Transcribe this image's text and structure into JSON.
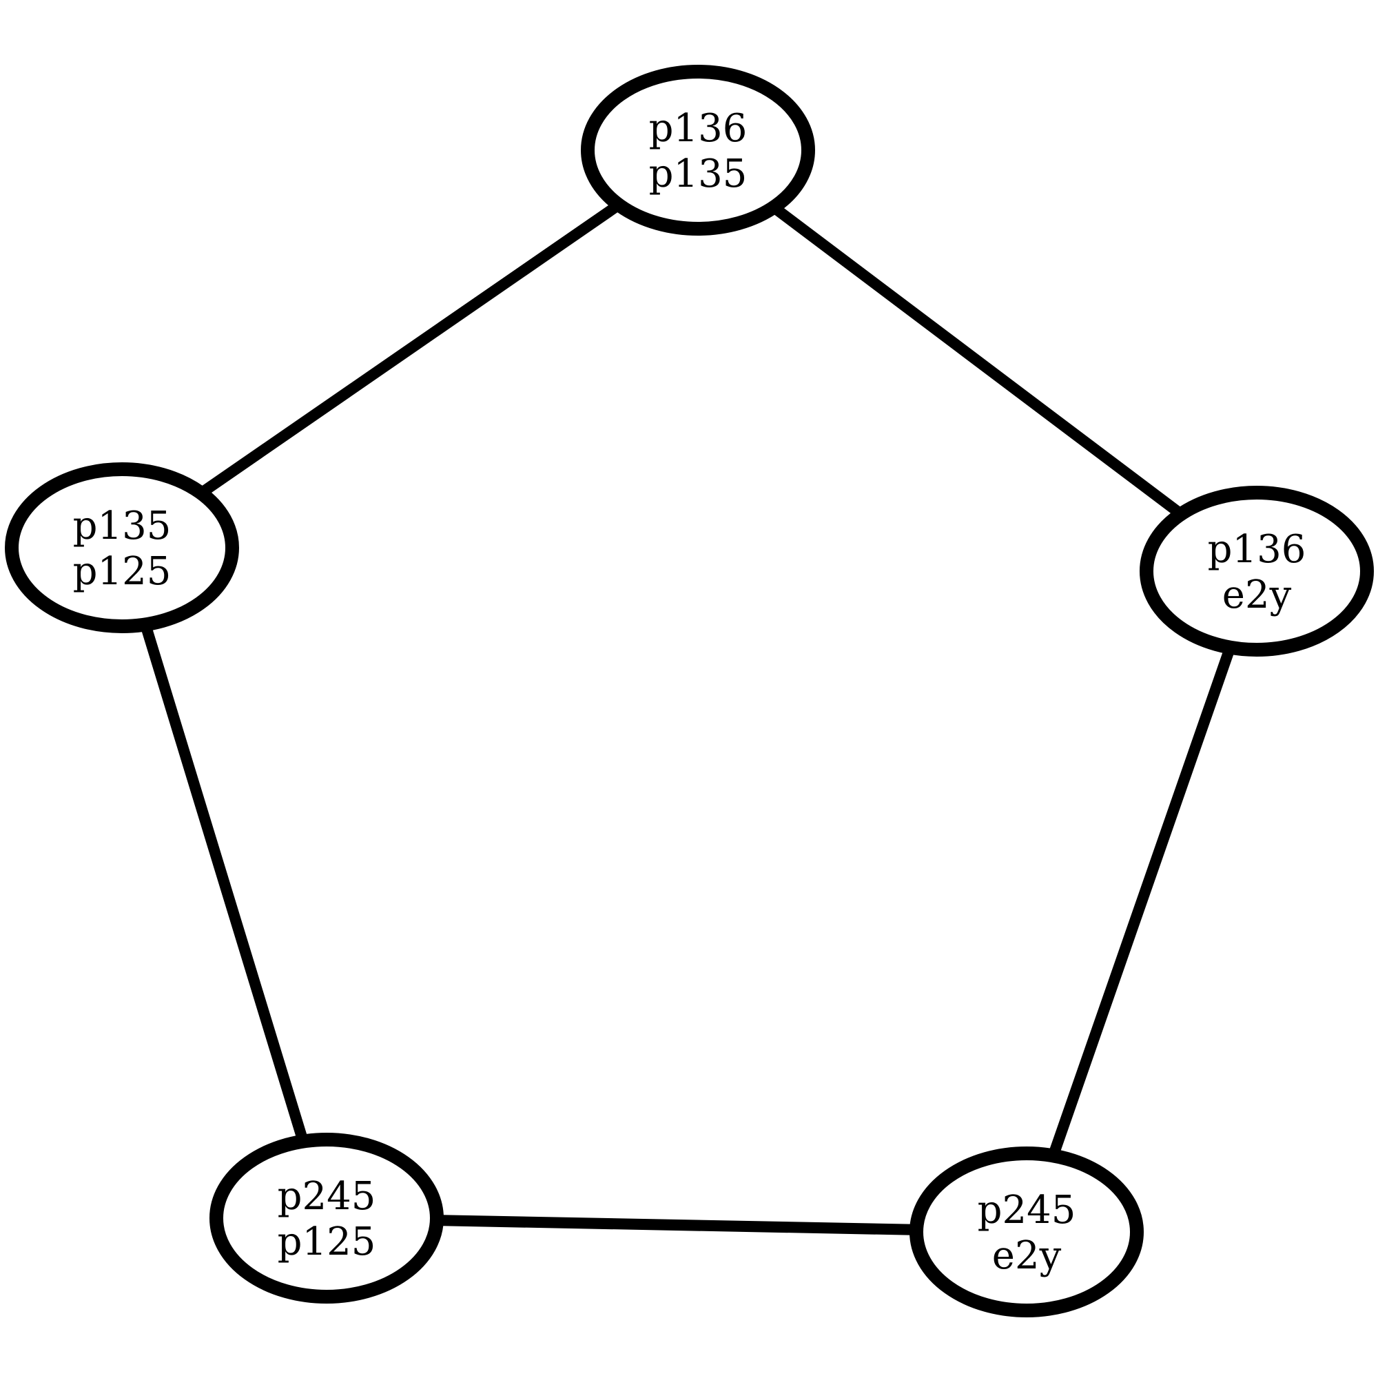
{
  "graph": {
    "nodes": [
      {
        "id": "top",
        "lines": [
          "p136",
          "p135"
        ]
      },
      {
        "id": "left",
        "lines": [
          "p135",
          "p125"
        ]
      },
      {
        "id": "right",
        "lines": [
          "p136",
          "e2y"
        ]
      },
      {
        "id": "bottom-left",
        "lines": [
          "p245",
          "p125"
        ]
      },
      {
        "id": "bottom-right",
        "lines": [
          "p245",
          "e2y"
        ]
      }
    ],
    "edges": [
      {
        "from": "top",
        "to": "left"
      },
      {
        "from": "top",
        "to": "right"
      },
      {
        "from": "left",
        "to": "bottom-left"
      },
      {
        "from": "right",
        "to": "bottom-right"
      },
      {
        "from": "bottom-left",
        "to": "bottom-right"
      }
    ]
  }
}
